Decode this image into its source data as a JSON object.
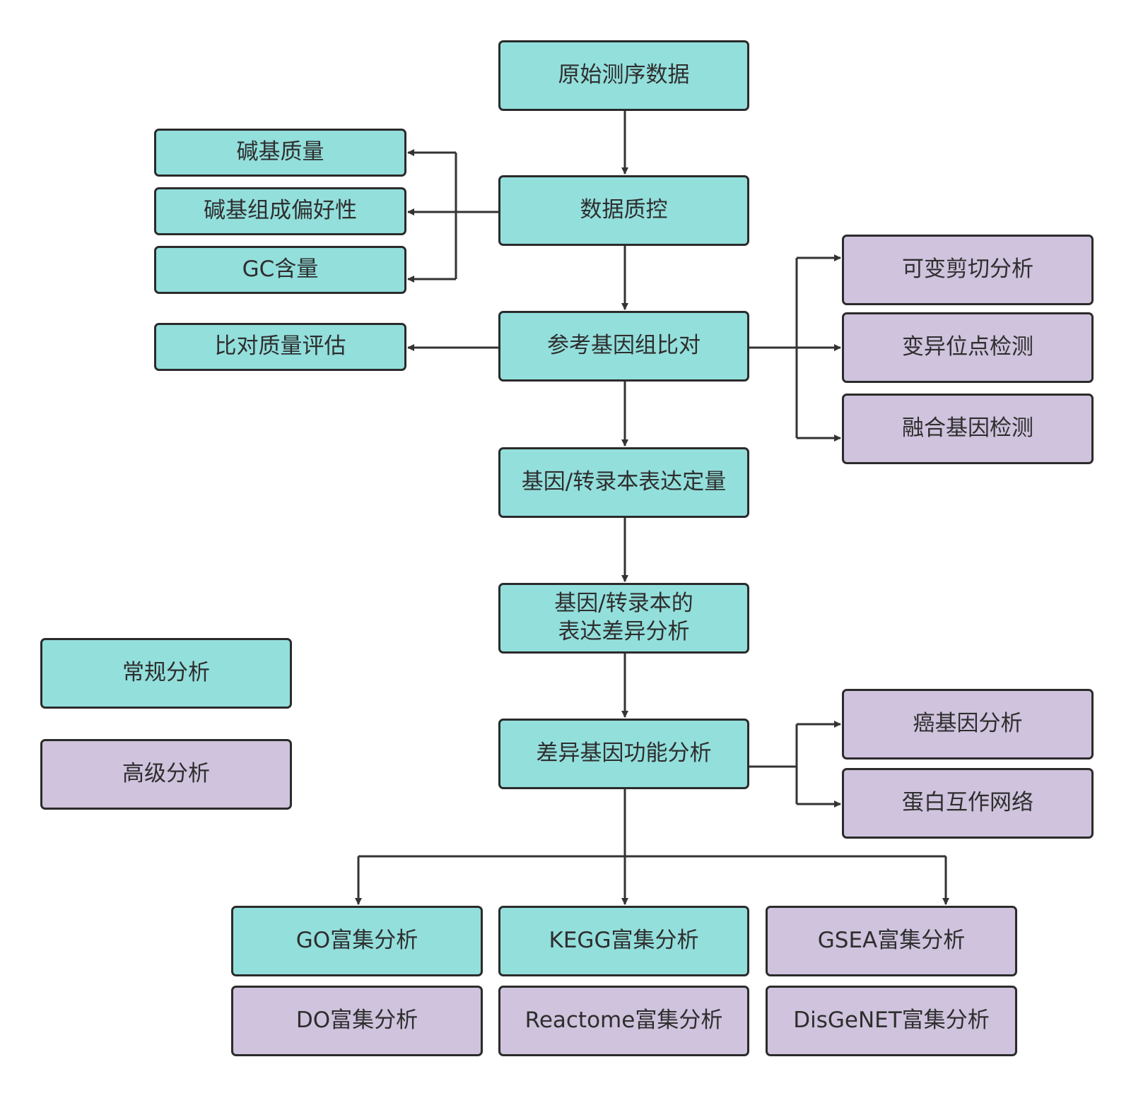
{
  "colors": {
    "basic_fill": "#93dfdc",
    "advanced_fill": "#cfc3dd",
    "border": "#2b2b2b",
    "connector": "#333333"
  },
  "nodes": {
    "raw_data": "原始测序数据",
    "base_quality": "碱基质量",
    "base_composition_bias": "碱基组成偏好性",
    "gc_content": "GC含量",
    "data_qc": "数据质控",
    "alignment_qa": "比对质量评估",
    "reference_alignment": "参考基因组比对",
    "alt_splicing": "可变剪切分析",
    "variant_detection": "变异位点检测",
    "fusion_gene": "融合基因检测",
    "expression_quant": "基因/转录本表达定量",
    "diff_expression": "基因/转录本的\n表达差异分析",
    "functional_analysis": "差异基因功能分析",
    "oncogene_analysis": "癌基因分析",
    "ppi_network": "蛋白互作网络",
    "go_enrichment": "GO富集分析",
    "kegg_enrichment": "KEGG富集分析",
    "gsea_enrichment": "GSEA富集分析",
    "do_enrichment": "DO富集分析",
    "reactome_enrichment": "Reactome富集分析",
    "disgenet_enrichment": "DisGeNET富集分析"
  },
  "legend": {
    "basic": "常规分析",
    "advanced": "高级分析"
  }
}
